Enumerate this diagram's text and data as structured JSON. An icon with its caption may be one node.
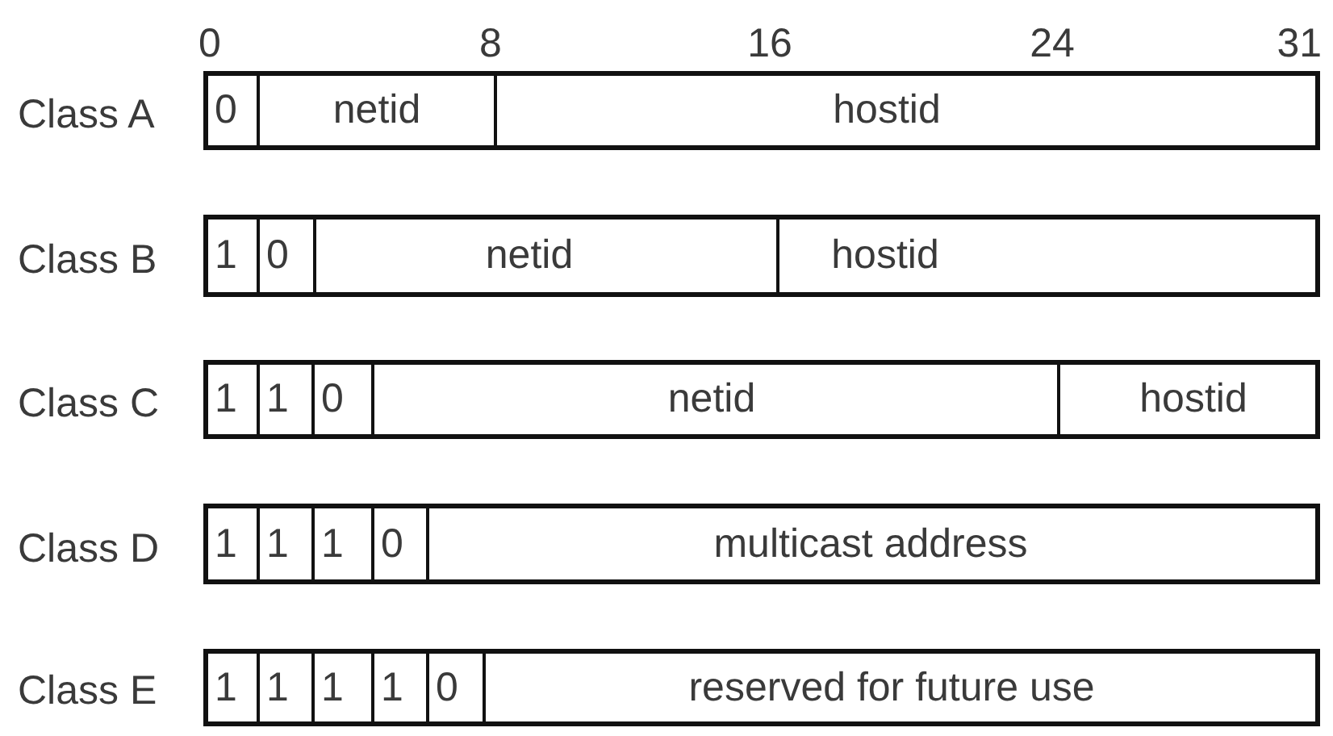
{
  "diagram": {
    "nodes": [
      {
        "text": [
          "0"
        ]
      },
      {
        "text": [
          "netid"
        ]
      },
      {
        "text": [
          "hostid"
        ]
      },
      {
        "text": [
          "1"
        ]
      },
      {
        "text": [
          "0"
        ]
      },
      {
        "text": [
          "netid"
        ]
      },
      {
        "text": [
          "hostid"
        ]
      },
      {
        "text": [
          "1"
        ]
      },
      {
        "text": [
          "1"
        ]
      },
      {
        "text": [
          "0"
        ]
      },
      {
        "text": [
          "netid"
        ]
      },
      {
        "text": [
          "hostid"
        ]
      },
      {
        "text": [
          "1"
        ]
      },
      {
        "text": [
          "1"
        ]
      },
      {
        "text": [
          "1"
        ]
      },
      {
        "text": [
          "0"
        ]
      },
      {
        "text": [
          "multicast address"
        ]
      },
      {
        "text": [
          "1"
        ]
      },
      {
        "text": [
          "1"
        ]
      },
      {
        "text": [
          "1"
        ]
      },
      {
        "text": [
          "1"
        ]
      },
      {
        "text": [
          "0"
        ]
      },
      {
        "text": [
          "reserved for future use"
        ]
      }
    ],
    "labels": [
      "0",
      "8",
      "16",
      "24",
      "31",
      "Class A",
      "Class B",
      "Class C",
      "Class D",
      "Class E"
    ]
  }
}
